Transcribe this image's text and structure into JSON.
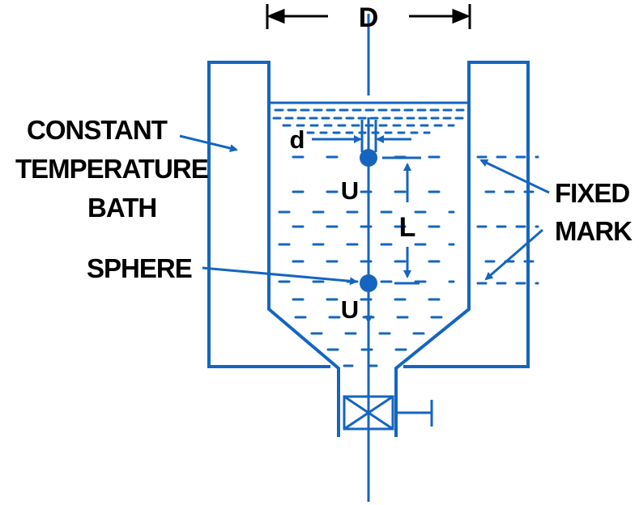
{
  "colors": {
    "line": "#1565c0",
    "text": "#000000",
    "background": "#ffffff"
  },
  "labels": {
    "diameter_D": "D",
    "bath_line1": "CONSTANT",
    "bath_line2": "TEMPERATURE",
    "bath_line3": "BATH",
    "sphere_diameter_d": "d",
    "velocity_top": "U",
    "length_L": "L",
    "sphere": "SPHERE",
    "velocity_bottom": "U",
    "fixed_line1": "FIXED",
    "fixed_line2": "MARK"
  }
}
